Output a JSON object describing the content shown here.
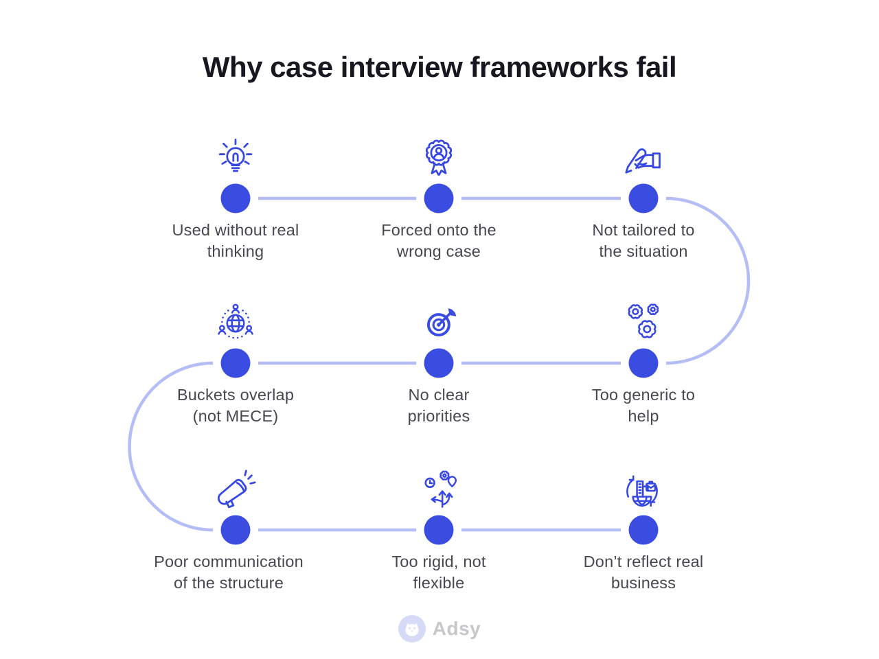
{
  "title": "Why case interview frameworks fail",
  "items": [
    {
      "icon": "lightbulb-icon",
      "label": "Used without real\nthinking"
    },
    {
      "icon": "award-badge-icon",
      "label": "Forced onto the\nwrong case"
    },
    {
      "icon": "writing-hand-icon",
      "label": "Not tailored to\nthe situation"
    },
    {
      "icon": "globe-users-icon",
      "label": "Buckets overlap\n(not MECE)"
    },
    {
      "icon": "target-icon",
      "label": "No clear\npriorities"
    },
    {
      "icon": "gears-icon",
      "label": "Too generic to\nhelp"
    },
    {
      "icon": "megaphone-icon",
      "label": "Poor communication\nof the structure"
    },
    {
      "icon": "branching-paths-icon",
      "label": "Too rigid, not\nflexible"
    },
    {
      "icon": "global-business-icon",
      "label": "Don’t reflect real\nbusiness"
    }
  ],
  "footer": {
    "brand": "Adsy"
  },
  "colors": {
    "accent_blue": "#3b4de1",
    "icon_stroke": "#3647e2",
    "connector": "#b4bdf6",
    "title_text": "#17171f",
    "label_text": "#47474f",
    "logo_circle": "#d6daf6",
    "logo_text": "#c6c6cb"
  }
}
